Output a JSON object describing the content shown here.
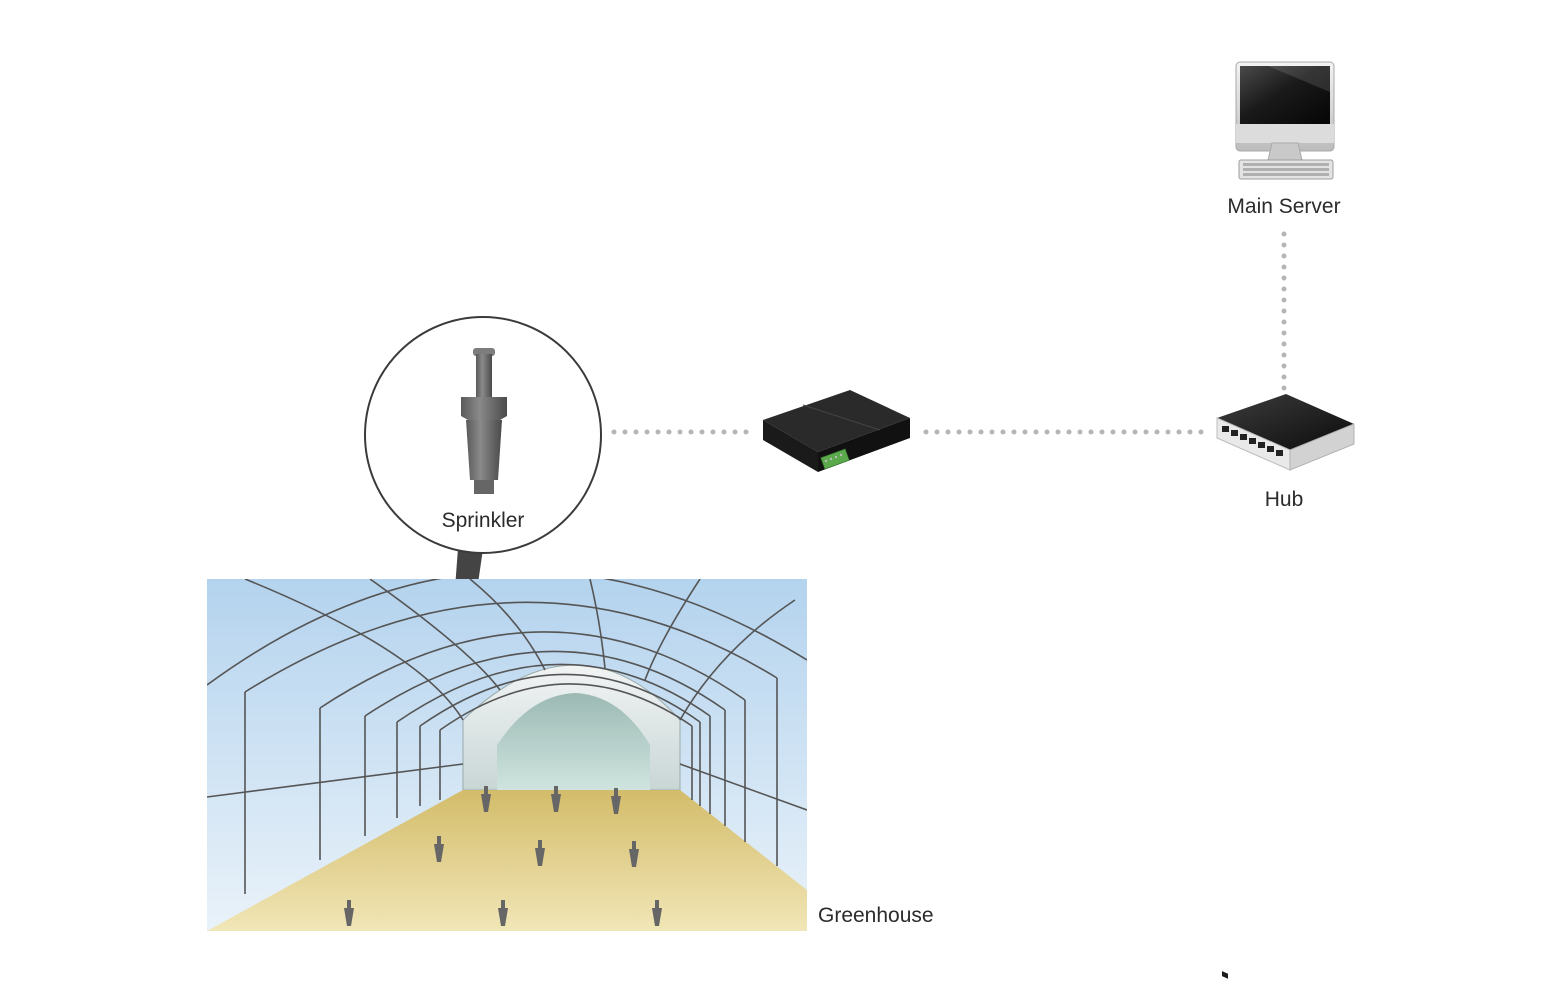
{
  "labels": {
    "main_server": "Main Server",
    "hub": "Hub",
    "sprinkler": "Sprinkler",
    "greenhouse": "Greenhouse"
  },
  "nodes": [
    {
      "id": "main-server",
      "icon": "desktop-computer-icon"
    },
    {
      "id": "hub",
      "icon": "network-hub-icon"
    },
    {
      "id": "controller",
      "icon": "io-controller-icon"
    },
    {
      "id": "sprinkler",
      "icon": "sprinkler-head-icon"
    },
    {
      "id": "greenhouse",
      "icon": "greenhouse-illustration"
    }
  ],
  "connections": [
    {
      "from": "main-server",
      "to": "hub",
      "style": "dotted"
    },
    {
      "from": "hub",
      "to": "controller",
      "style": "dotted"
    },
    {
      "from": "controller",
      "to": "sprinkler",
      "style": "dotted"
    }
  ],
  "colors": {
    "connector": "#b5b5b5",
    "sky_top": "#b4d3ee",
    "floor": "#dcc77e",
    "frame": "#555555",
    "text": "#2b2b2b"
  }
}
